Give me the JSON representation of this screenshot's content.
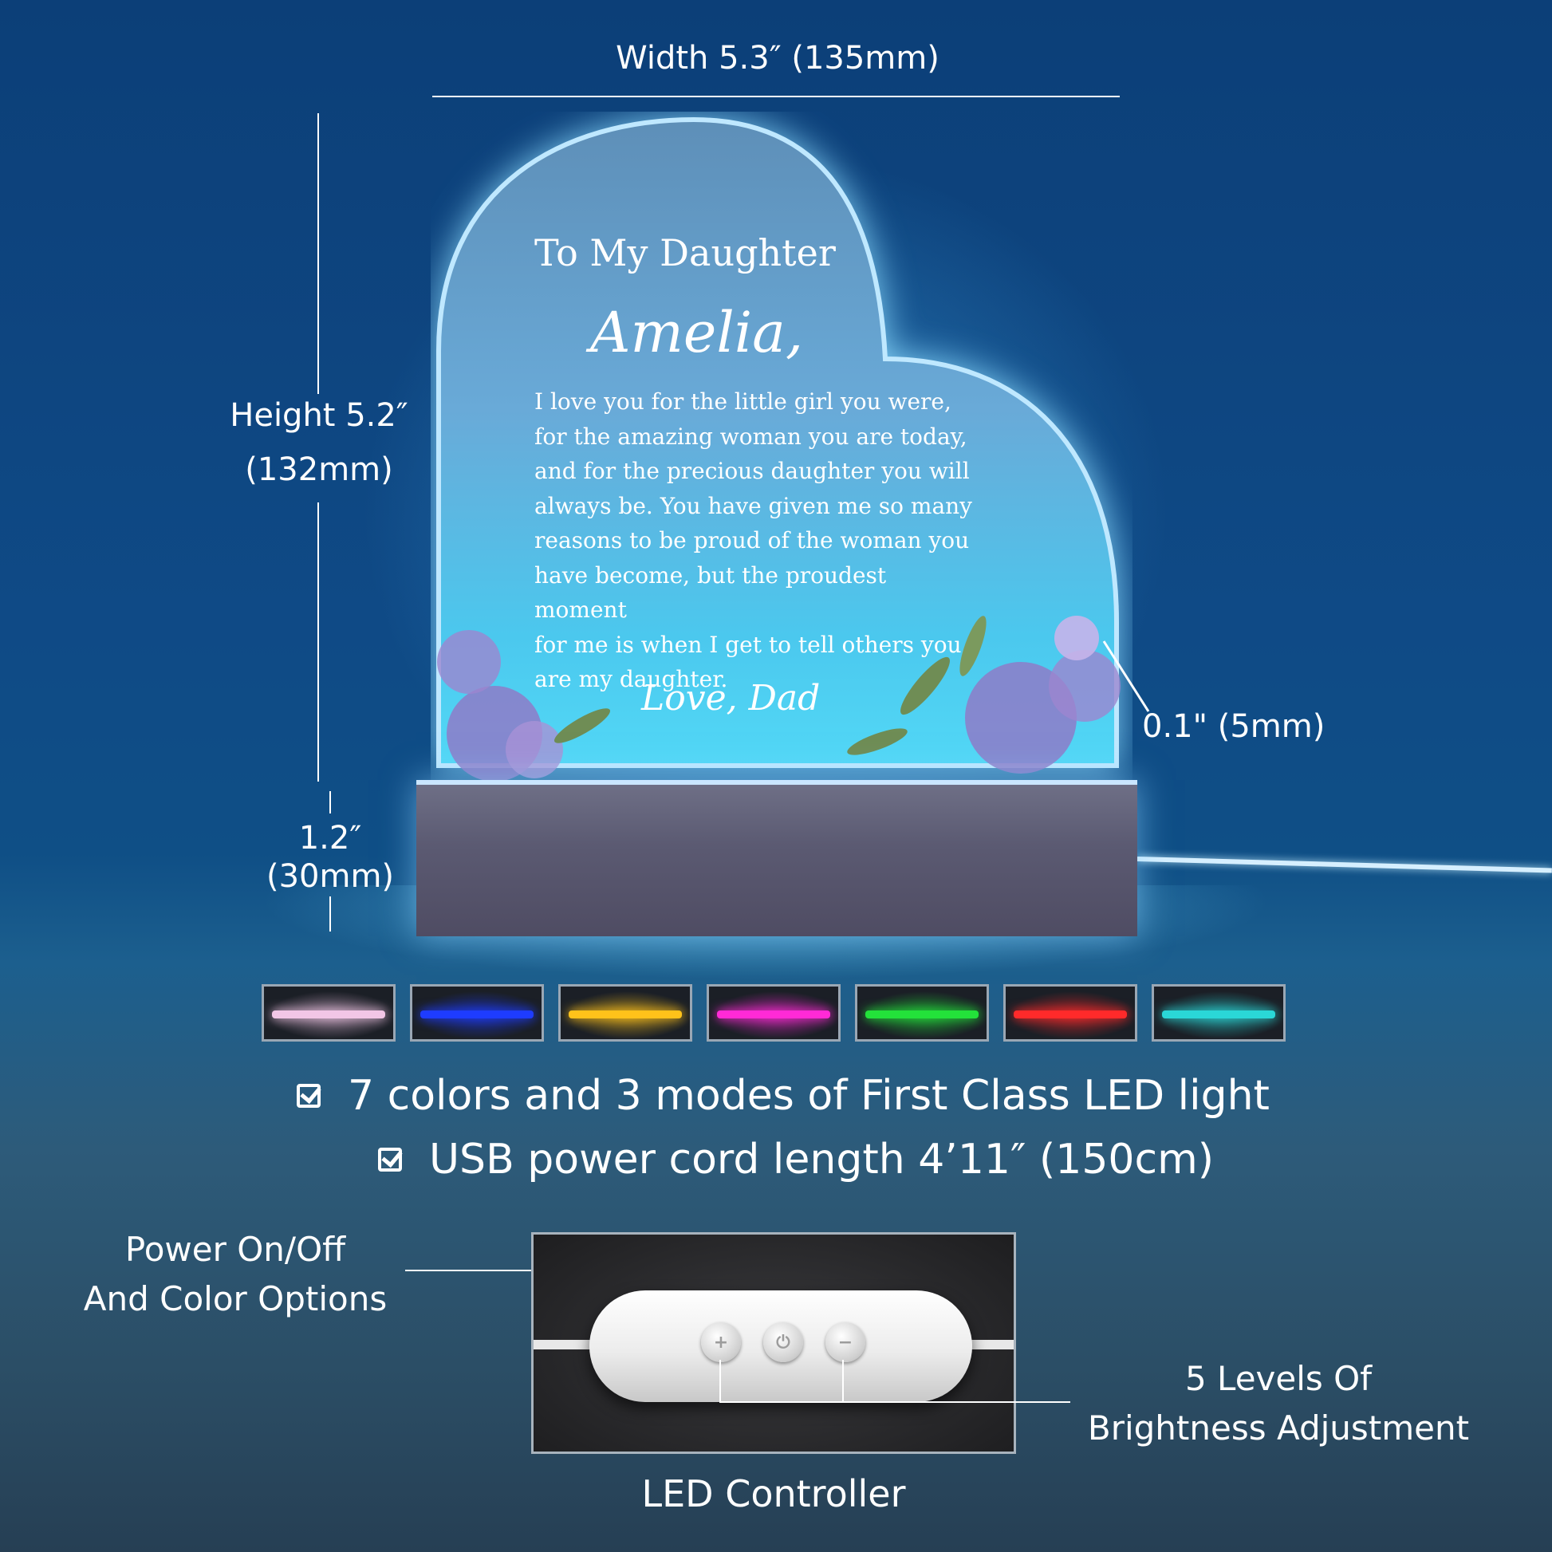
{
  "dimensions": {
    "width": "Width 5.3″ (135mm)",
    "height_line1": "Height 5.2″",
    "height_line2": "(132mm)",
    "base_line1": "1.2″",
    "base_line2": "(30mm)",
    "thickness": "0.1\" (5mm)"
  },
  "plaque": {
    "heading": "To My Daughter",
    "name": "Amelia,",
    "message_lines": [
      "I love you for the little girl you were,",
      "for the amazing woman you are today,",
      "and for the precious daughter you will",
      "always be. You have given me so many",
      "reasons to be proud of the woman you",
      "have become, but the proudest moment",
      "for me is when I get to tell others you",
      "are my daughter."
    ],
    "signature": "Love, Dad"
  },
  "led_colors": [
    "#f2c6e6",
    "#1e3cff",
    "#ffc21a",
    "#ff2ad6",
    "#23e23a",
    "#ff2a2a",
    "#2ad7d7"
  ],
  "features": [
    "7 colors and 3 modes of First Class LED light",
    "USB power cord length 4’11″ (150cm)"
  ],
  "controller": {
    "power_label_line1": "Power On/Off",
    "power_label_line2": "And Color Options",
    "brightness_label_line1": "5 Levels Of",
    "brightness_label_line2": "Brightness Adjustment",
    "caption": "LED Controller"
  }
}
